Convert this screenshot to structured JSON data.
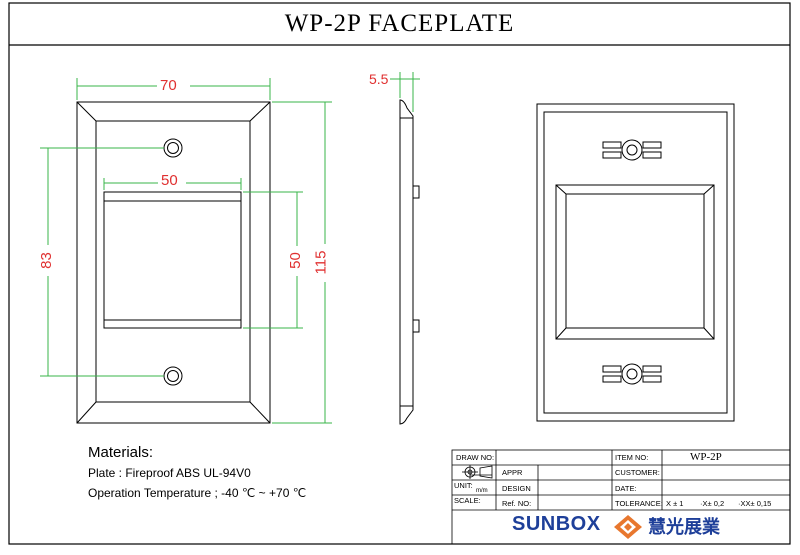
{
  "title": "WP-2P FACEPLATE",
  "dimensions": {
    "overall_width": "70",
    "opening_width": "50",
    "screw_spacing": "83",
    "opening_height": "50",
    "overall_height": "115",
    "depth": "5.5"
  },
  "materials": {
    "heading": "Materials:",
    "plate": "Plate : Fireproof ABS UL-94V0",
    "temperature": "Operation Temperature ; -40 ℃ ~ +70 ℃"
  },
  "title_block": {
    "draw_no_label": "DRAW NO:",
    "unit_label": "UNIT:",
    "unit_value": "m/m",
    "scale_label": "SCALE:",
    "appr_label": "APPR",
    "design_label": "DESIGN",
    "ref_no_label": "Ref. NO:",
    "item_no_label": "ITEM NO:",
    "item_no_value": "WP-2P",
    "customer_label": "CUSTOMER:",
    "date_label": "DATE:",
    "tolerance_label": "TOLERANCE:",
    "tol_x": "X ± 1",
    "tol_x1": "·X± 0,2",
    "tol_x2": "·XX± 0,15"
  },
  "brand": {
    "name": "SUNBOX",
    "name_cn": "慧光展業",
    "logo_color": "#e8772e",
    "text_color": "#1e3f99"
  },
  "colors": {
    "dimension_green": "#39b54a",
    "dimension_red": "#e03030"
  }
}
